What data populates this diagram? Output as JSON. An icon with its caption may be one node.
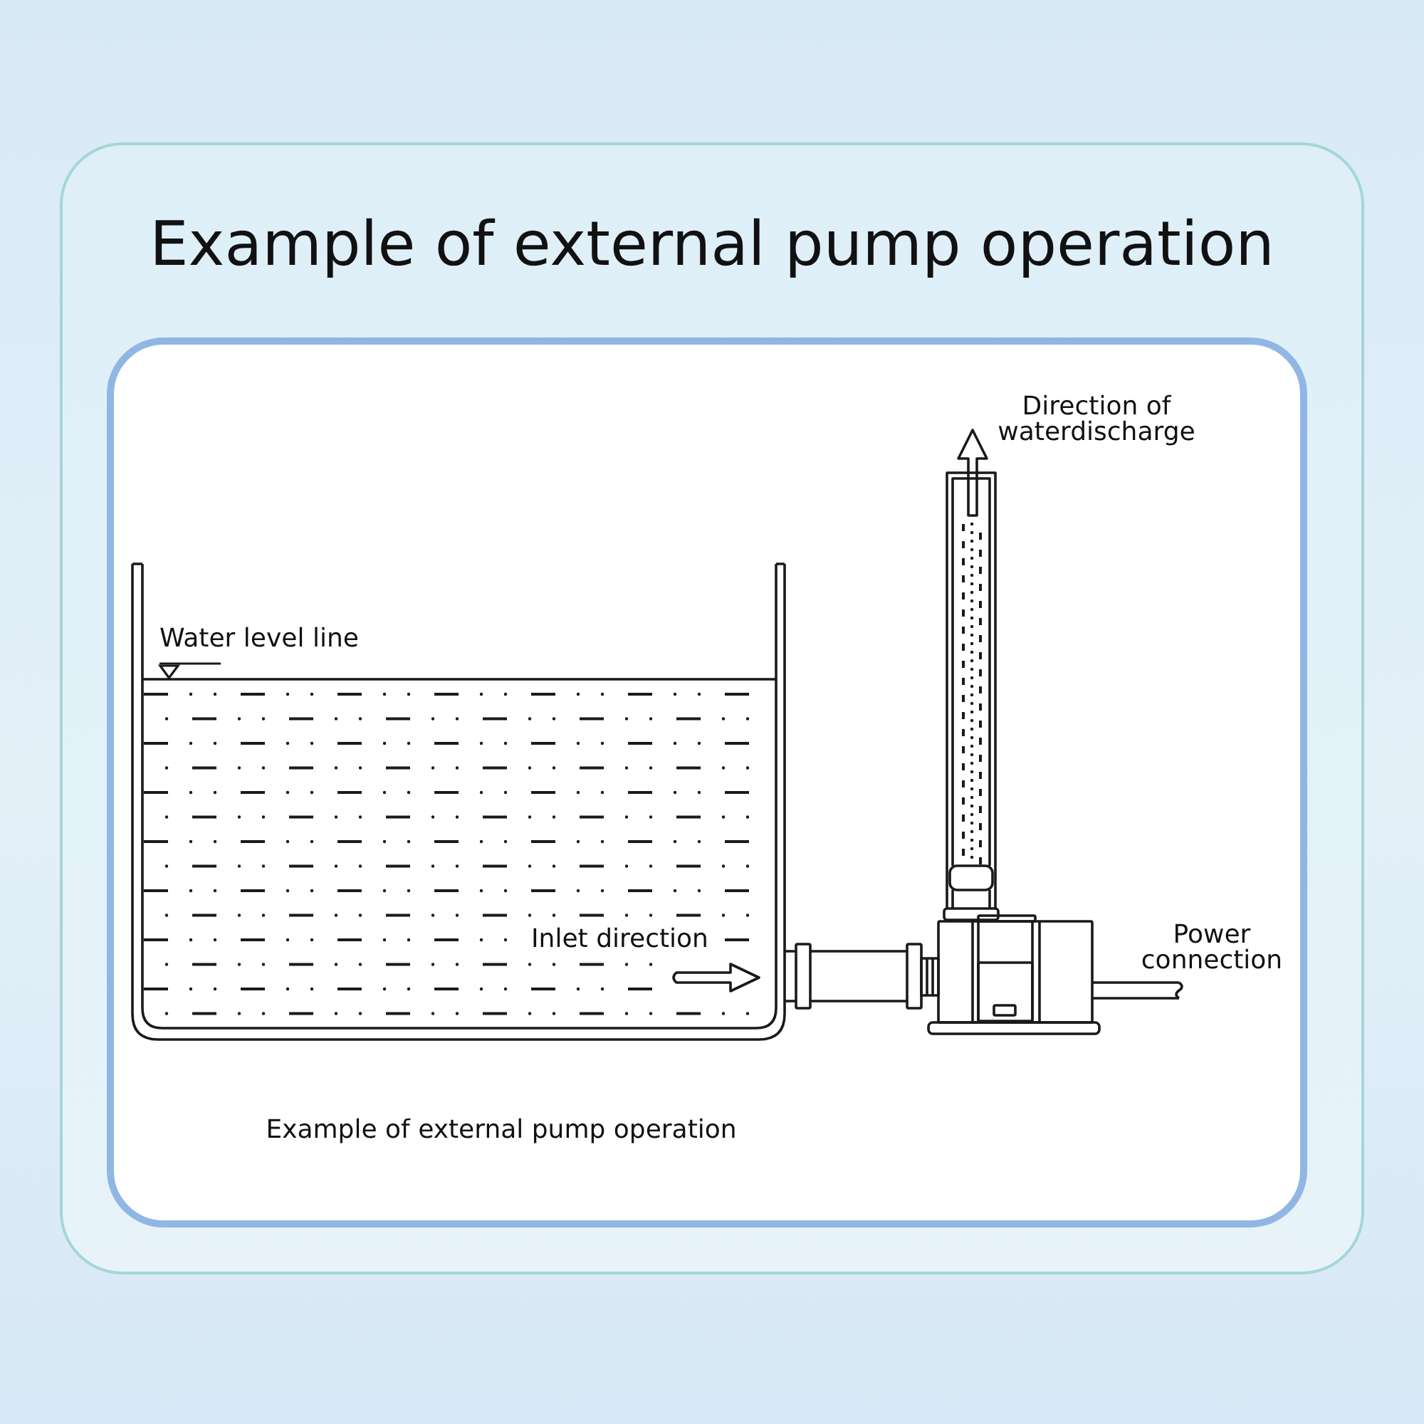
{
  "diagram": {
    "title": "Example of external pump operation",
    "caption": "Example of external pump operation",
    "labels": [
      "Direction of waterdischarge",
      "Water level line",
      "Inlet direction",
      "Power connection"
    ]
  }
}
